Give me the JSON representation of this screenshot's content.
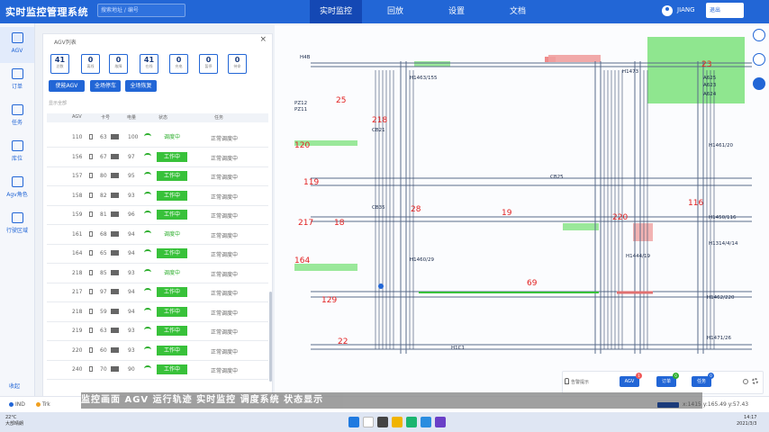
{
  "header": {
    "title": "实时监控管理系统",
    "search_placeholder": "搜索地址 / 编号",
    "nav": [
      {
        "label": "实时监控",
        "active": true
      },
      {
        "label": "回放"
      },
      {
        "label": "设置"
      },
      {
        "label": "文档"
      }
    ],
    "user": "JIANG",
    "logout": "退出"
  },
  "leftnav": {
    "items": [
      {
        "label": "AGV",
        "icon": "agv-icon",
        "active": true
      },
      {
        "label": "订单",
        "icon": "order-icon"
      },
      {
        "label": "任务",
        "icon": "task-icon"
      },
      {
        "label": "库位",
        "icon": "location-icon"
      },
      {
        "label": "Agv角色",
        "icon": "role-icon"
      },
      {
        "label": "行驶区域",
        "icon": "area-icon"
      }
    ],
    "collapse": "收起"
  },
  "panel": {
    "title": "AGV列表",
    "stats": [
      {
        "value": "41",
        "label": "总数"
      },
      {
        "value": "0",
        "label": "离线"
      },
      {
        "value": "0",
        "label": "故障"
      },
      {
        "value": "41",
        "label": "在线"
      },
      {
        "value": "0",
        "label": "充电"
      },
      {
        "value": "0",
        "label": "暂停"
      },
      {
        "value": "0",
        "label": "待命"
      }
    ],
    "buttons": [
      "使能AGV",
      "全场停车",
      "全场恢复"
    ],
    "tools": "显示全部",
    "columns": [
      "AGV",
      "卡号",
      "电量",
      "状态",
      "任务"
    ],
    "rows": [
      {
        "id": "110",
        "bat": "63",
        "pct": "100",
        "status": "调度中",
        "on": false,
        "task": "正常调度中"
      },
      {
        "id": "156",
        "bat": "67",
        "pct": "97",
        "status": "工作中",
        "on": true,
        "task": "正常调度中"
      },
      {
        "id": "157",
        "bat": "80",
        "pct": "95",
        "status": "工作中",
        "on": true,
        "task": "正常调度中"
      },
      {
        "id": "158",
        "bat": "82",
        "pct": "93",
        "status": "工作中",
        "on": true,
        "task": "正常调度中"
      },
      {
        "id": "159",
        "bat": "81",
        "pct": "96",
        "status": "工作中",
        "on": true,
        "task": "正常调度中"
      },
      {
        "id": "161",
        "bat": "68",
        "pct": "94",
        "status": "调度中",
        "on": false,
        "task": "正常调度中"
      },
      {
        "id": "164",
        "bat": "65",
        "pct": "94",
        "status": "工作中",
        "on": true,
        "task": "正常调度中"
      },
      {
        "id": "218",
        "bat": "85",
        "pct": "93",
        "status": "调度中",
        "on": false,
        "task": "正常调度中"
      },
      {
        "id": "217",
        "bat": "97",
        "pct": "94",
        "status": "工作中",
        "on": true,
        "task": "正常调度中"
      },
      {
        "id": "218",
        "bat": "59",
        "pct": "94",
        "status": "工作中",
        "on": true,
        "task": "正常调度中"
      },
      {
        "id": "219",
        "bat": "63",
        "pct": "93",
        "status": "工作中",
        "on": true,
        "task": "正常调度中"
      },
      {
        "id": "220",
        "bat": "60",
        "pct": "93",
        "status": "工作中",
        "on": true,
        "task": "正常调度中"
      },
      {
        "id": "240",
        "bat": "70",
        "pct": "90",
        "status": "工作中",
        "on": true,
        "task": "正常调度中"
      }
    ]
  },
  "map": {
    "agv_labels": [
      {
        "text": "25"
      },
      {
        "text": "218"
      },
      {
        "text": "120"
      },
      {
        "text": "119"
      },
      {
        "text": "217"
      },
      {
        "text": "18"
      },
      {
        "text": "28"
      },
      {
        "text": "19"
      },
      {
        "text": "164"
      },
      {
        "text": "69"
      },
      {
        "text": "129"
      },
      {
        "text": "22"
      },
      {
        "text": "220"
      },
      {
        "text": "116"
      },
      {
        "text": "23"
      }
    ],
    "node_labels": [
      {
        "text": "H4B"
      },
      {
        "text": "H1463/155"
      },
      {
        "text": "PZ12"
      },
      {
        "text": "PZ11"
      },
      {
        "text": "CB21"
      },
      {
        "text": "CB35"
      },
      {
        "text": "H1460/29"
      },
      {
        "text": "CB25"
      },
      {
        "text": "H1444/19"
      },
      {
        "text": "H1471/26"
      },
      {
        "text": "H1462/220"
      },
      {
        "text": "H1450/116"
      },
      {
        "text": "H1461/20"
      },
      {
        "text": "H1473"
      },
      {
        "text": "H1314/4/14"
      },
      {
        "text": "A625"
      },
      {
        "text": "A623"
      },
      {
        "text": "A624"
      },
      {
        "text": "H1C1"
      }
    ],
    "toolbar": {
      "alarm": "告警提示",
      "buttons": [
        {
          "label": "AGV",
          "badge": "1",
          "badge_color": "#f15a5a"
        },
        {
          "label": "订单",
          "badge": "0",
          "badge_color": "#2cae2c"
        },
        {
          "label": "任务",
          "badge": "0",
          "badge_color": "#2266d6"
        }
      ]
    }
  },
  "footer": {
    "legend": [
      {
        "label": "IND",
        "color": "#2266d6"
      },
      {
        "label": "Trk",
        "color": "#f0a020"
      }
    ],
    "caption": "监控画面  AGV 运行轨迹  实时监控  调度系统  状态显示",
    "coords": "x:1415  y:165.49  y:57.43"
  },
  "taskbar": {
    "temp": "22°C",
    "weather": "大部晴朗",
    "time": "14:17",
    "date": "2021/3/3"
  }
}
